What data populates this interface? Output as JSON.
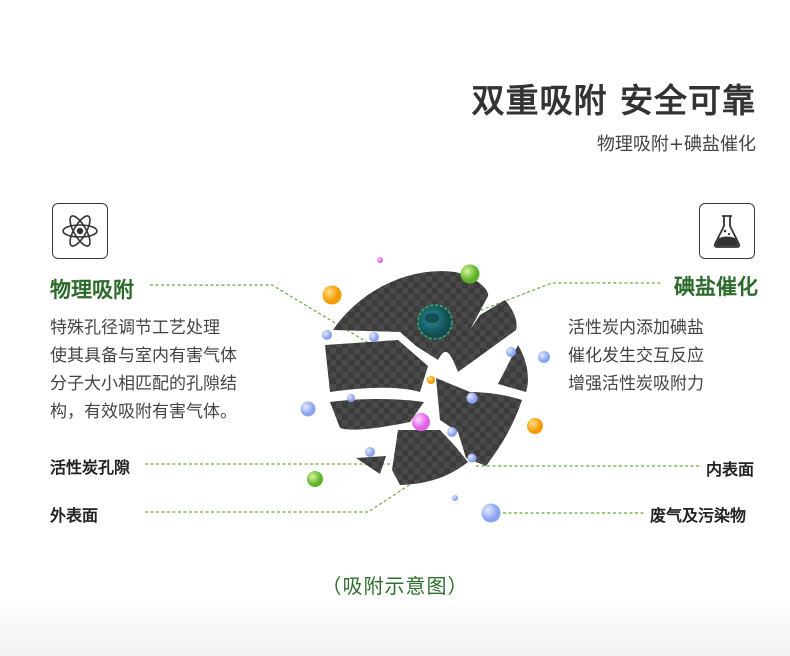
{
  "header": {
    "title": "双重吸附 安全可靠",
    "subtitle": "物理吸附+碘盐催化"
  },
  "left_feature": {
    "icon": "atom-icon",
    "title": "物理吸附",
    "lines": [
      "特殊孔径调节工艺处理",
      "使其具备与室内有害气体",
      "分子大小相匹配的孔隙结",
      "构，有效吸附有害气体。"
    ]
  },
  "right_feature": {
    "icon": "flask-icon",
    "title": "碘盐催化",
    "lines": [
      "活性炭内添加碘盐",
      "催化发生交互反应",
      "增强活性炭吸附力"
    ]
  },
  "callouts": {
    "pores": "活性炭孔隙",
    "outer_surface": "外表面",
    "inner_surface": "内表面",
    "pollutants": "废气及污染物"
  },
  "caption": "（吸附示意图）",
  "colors": {
    "accent_green": "#2c6b2c",
    "leader_green": "#6aaa3a",
    "carbon": "#474747",
    "catalyst": "#1f6f78"
  }
}
